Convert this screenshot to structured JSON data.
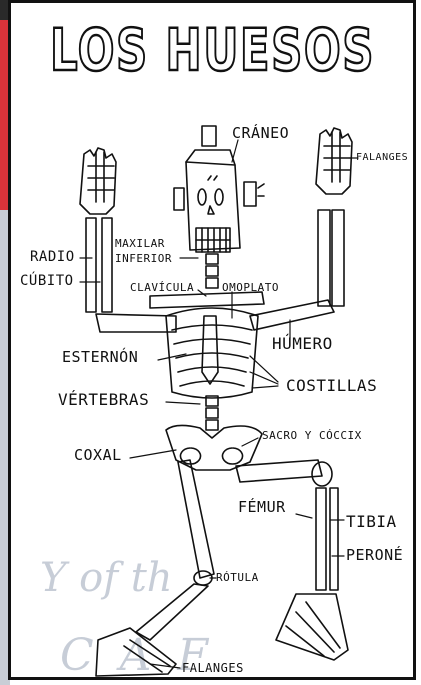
{
  "title": "LOS HUESOS",
  "labels": {
    "craneo": "CRÁNEO",
    "falanges_mano": "FALANGES",
    "maxilar": "MAXILAR",
    "inferior": "INFERIOR",
    "radio": "RADIO",
    "cubito": "CÚBITO",
    "clavicula": "CLAVÍCULA",
    "omoplato": "OMOPLATO",
    "humero": "HÚMERO",
    "esternon": "ESTERNÓN",
    "costillas": "COSTILLAS",
    "vertebras": "VÉRTEBRAS",
    "coxal": "COXAL",
    "sacro": "SACRO Y CÓCCIX",
    "femur": "FÉMUR",
    "tibia": "TIBIA",
    "perone": "PERONÉ",
    "rotula": "RÓTULA",
    "falanges_pie": "FALANGES"
  },
  "background": {
    "watermark_1": "Y of th",
    "watermark_2": "C A F"
  },
  "colors": {
    "ink": "#111111",
    "paper": "#ffffff",
    "accent_red": "#d8333a",
    "watermark": "#9aa6b8"
  }
}
